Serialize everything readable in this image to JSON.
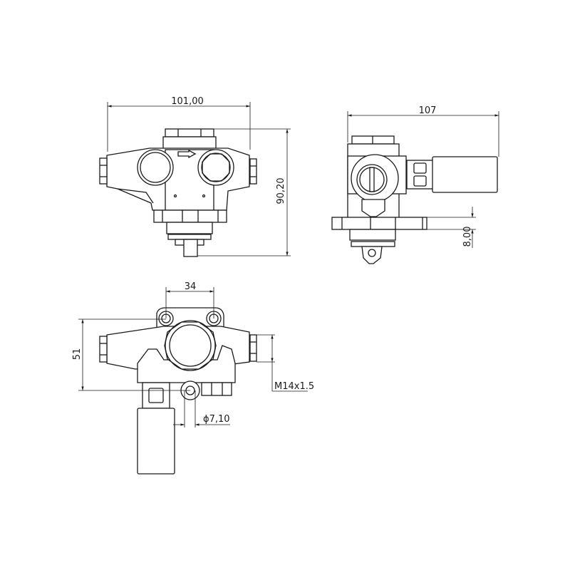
{
  "dimensions": {
    "front_width": "101,00",
    "front_height": "90,20",
    "side_length": "107",
    "flange_thickness": "8,00",
    "hole_spacing": "34",
    "bottom_height": "51",
    "thread": "M14x1.5",
    "hole_diameter": "ϕ7,10"
  },
  "colors": {
    "line": "#1a1a1a",
    "background": "#ffffff"
  }
}
